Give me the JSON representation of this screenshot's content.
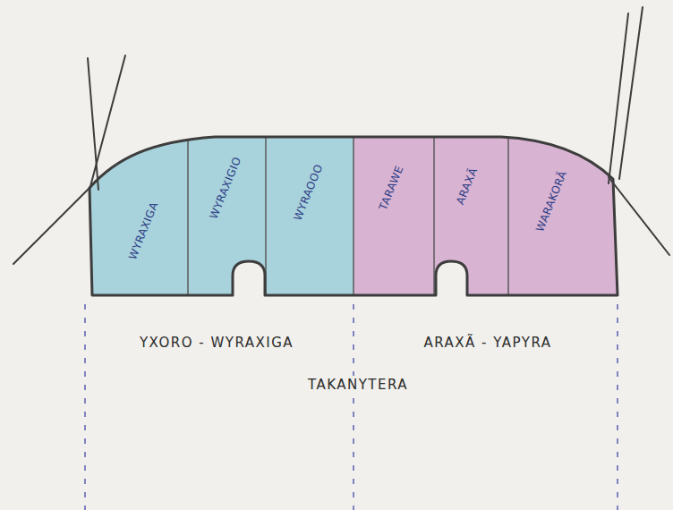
{
  "diagram": {
    "nodes": [
      {
        "text": [
          "WYRAXIGA"
        ]
      },
      {
        "text": [
          "WYRAXIGIO"
        ]
      },
      {
        "text": [
          "WYRAOOO"
        ]
      },
      {
        "text": [
          "TARAWE"
        ]
      },
      {
        "text": [
          "ARAXÃ"
        ]
      },
      {
        "text": [
          "WARAKORÃ"
        ]
      }
    ],
    "labels": [
      "YXORO - WYRAXIGA",
      "ARAXÃ - YAPYRA",
      "TAKANYTERA"
    ]
  }
}
